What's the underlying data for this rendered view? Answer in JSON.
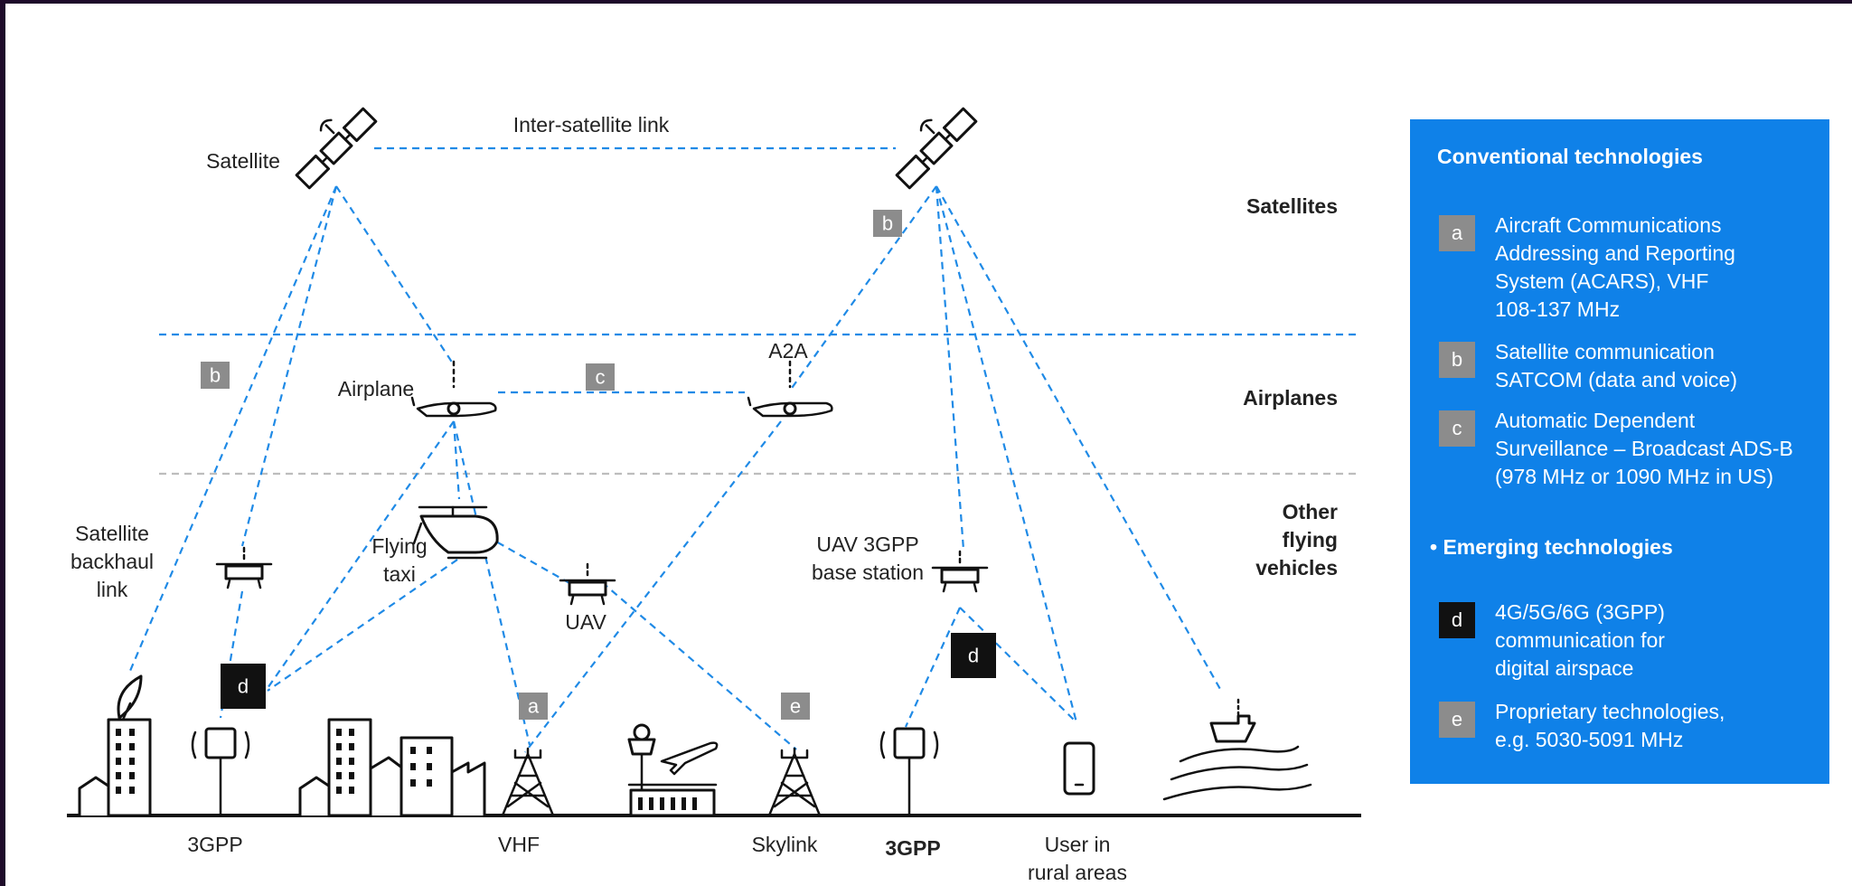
{
  "colors": {
    "accent_blue": "#1f8ae6",
    "panel_blue": "#0f81e8",
    "badge_grey": "#8c8c8c",
    "badge_black": "#111111",
    "grey_divider": "#bdbdbd"
  },
  "diagram": {
    "inter_satellite_link": "Inter-satellite link",
    "satellite_label": "Satellite",
    "airplane_label": "Airplane",
    "a2a_label": "A2A",
    "satellite_backhaul_label": "Satellite\nbackhaul\nlink",
    "flying_taxi_label": "Flying\ntaxi",
    "uav_label": "UAV",
    "uav_3gpp_bs_label": "UAV 3GPP\nbase station",
    "layers": {
      "satellites": "Satellites",
      "airplanes": "Airplanes",
      "other": "Other\nflying\nvehicles"
    },
    "ground": {
      "gpp_left": "3GPP",
      "vhf": "VHF",
      "skylink": "Skylink",
      "gpp_right": "3GPP",
      "user_rural": "User in\nrural areas"
    },
    "badges": {
      "a": "a",
      "b": "b",
      "c": "c",
      "d": "d",
      "e": "e"
    }
  },
  "legend": {
    "conventional_heading": "Conventional technologies",
    "emerging_heading": "• Emerging technologies",
    "items": [
      {
        "badge": "a",
        "style": "grey",
        "text": "Aircraft Communications\nAddressing and Reporting\nSystem (ACARS), VHF\n108-137 MHz"
      },
      {
        "badge": "b",
        "style": "grey",
        "text": "Satellite communication\nSATCOM (data and voice)"
      },
      {
        "badge": "c",
        "style": "grey",
        "text": "Automatic Dependent\nSurveillance – Broadcast ADS-B\n(978 MHz or 1090 MHz in US)"
      },
      {
        "badge": "d",
        "style": "black",
        "text": "4G/5G/6G (3GPP)\ncommunication for\ndigital airspace"
      },
      {
        "badge": "e",
        "style": "grey",
        "text": "Proprietary technologies,\ne.g. 5030-5091 MHz"
      }
    ]
  }
}
